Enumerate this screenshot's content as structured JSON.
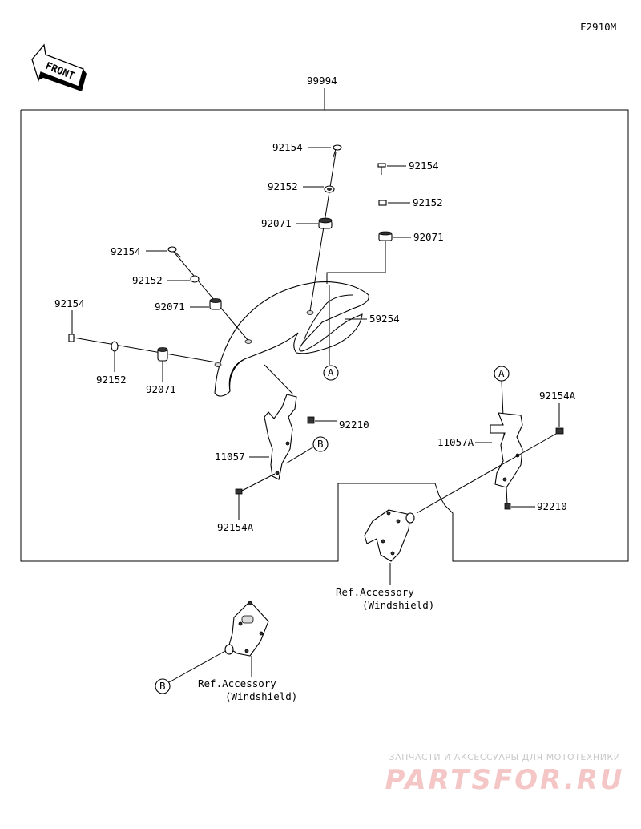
{
  "figure_code": "F2910M",
  "front_label": "FRONT",
  "assembly_number": "99994",
  "parts": {
    "screw_92154": "92154",
    "washer_92152": "92152",
    "grommet_92071": "92071",
    "windshield_59254": "59254",
    "nut_92210": "92210",
    "bracket_11057": "11057",
    "bracket_11057a": "11057A",
    "bolt_92154a": "92154A"
  },
  "refs": {
    "a": "A",
    "b": "B"
  },
  "ref_accessory": {
    "line1": "Ref.Accessory",
    "line2": "(Windshield)"
  },
  "watermark": {
    "line1": "ЗАПЧАСТИ И АКСЕССУАРЫ ДЛЯ МОТОТЕХНИКИ",
    "line2": "PARTSFOR.RU"
  }
}
